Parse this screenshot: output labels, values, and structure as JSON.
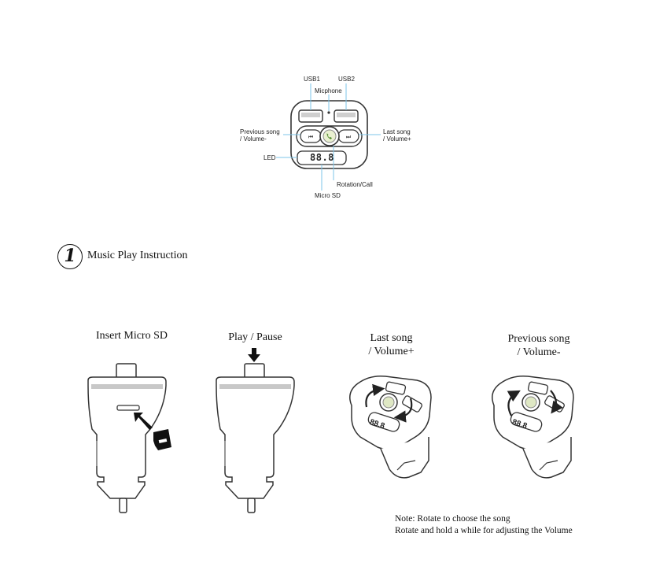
{
  "diagram": {
    "labels": {
      "usb1": "USB1",
      "usb2": "USB2",
      "microphone": "Micphone",
      "previous_line1": "Previous song",
      "previous_line2": "/ Volume-",
      "last_line1": "Last song",
      "last_line2": "/ Volume+",
      "led": "LED",
      "rotation_call": "Rotation/Call",
      "micro_sd": "Micro SD",
      "display": "88.8"
    }
  },
  "section": {
    "number": "1",
    "title": "Music Play Instruction"
  },
  "steps": [
    {
      "title_line1": "Insert Micro SD",
      "title_line2": ""
    },
    {
      "title_line1": "Play / Pause",
      "title_line2": ""
    },
    {
      "title_line1": "Last song",
      "title_line2": "/ Volume+"
    },
    {
      "title_line1": "Previous song",
      "title_line2": "/ Volume-"
    }
  ],
  "note": {
    "line1": "Note: Rotate to choose the song",
    "line2": "Rotate and hold a while for adjusting the Volume"
  },
  "colors": {
    "leader_line": "#7ec6e8",
    "outline": "#333333"
  }
}
